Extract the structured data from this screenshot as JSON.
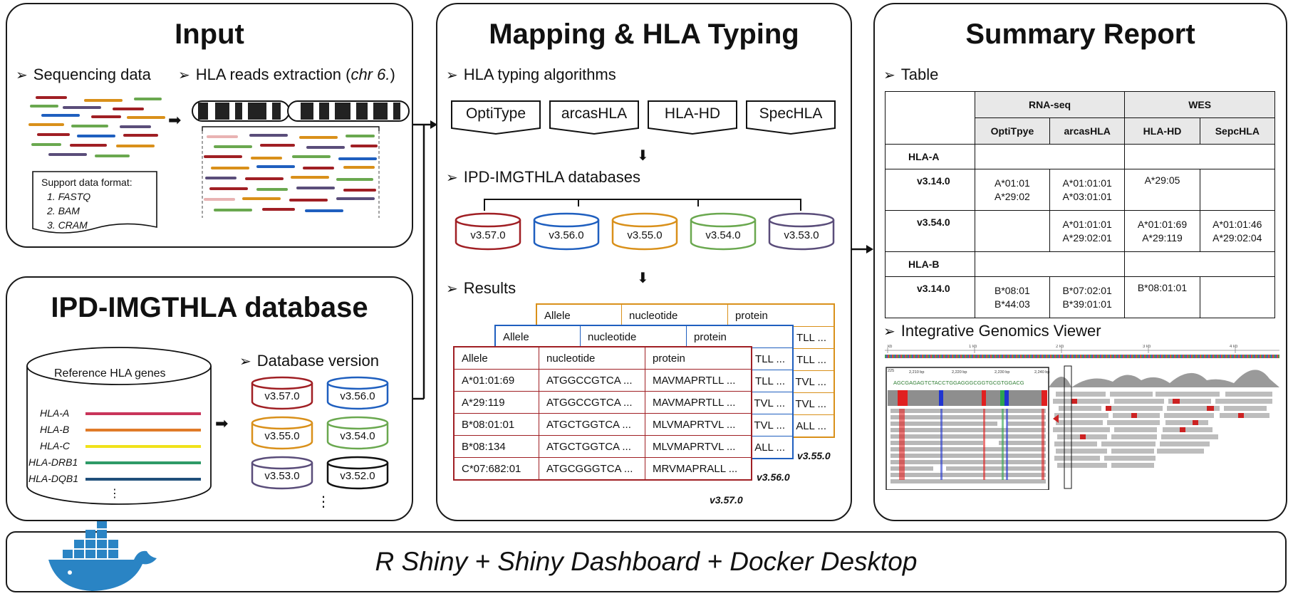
{
  "input_panel": {
    "title": "Input",
    "sequencing_label": "Sequencing data",
    "extraction_label": "HLA reads extraction (",
    "extraction_chr": "chr 6.",
    "extraction_close": ")",
    "formats_title": "Support data format:",
    "formats": [
      "1. FASTQ",
      "2. BAM",
      "3. CRAM"
    ]
  },
  "database_panel": {
    "title": "IPD-IMGTHLA database",
    "reference_label": "Reference HLA genes",
    "genes": [
      "HLA-A",
      "HLA-B",
      "HLA-C",
      "HLA-DRB1",
      "HLA-DQB1",
      "⋮"
    ],
    "version_label": "Database version",
    "versions": [
      "v3.57.0",
      "v3.56.0",
      "v3.55.0",
      "v3.54.0",
      "v3.53.0",
      "v3.52.0"
    ],
    "more": "⋮"
  },
  "mapping_panel": {
    "title": "Mapping & HLA Typing",
    "algorithms_label": "HLA typing algorithms",
    "algorithms": [
      "OptiType",
      "arcasHLA",
      "HLA-HD",
      "SpecHLA"
    ],
    "databases_label": "IPD-IMGTHLA databases",
    "databases": [
      "v3.57.0",
      "v3.56.0",
      "v3.55.0",
      "v3.54.0",
      "v3.53.0"
    ],
    "results_label": "Results",
    "results_headers": [
      "Allele",
      "nucleotide",
      "protein"
    ],
    "results_rows": [
      [
        "A*01:01:69",
        "ATGGCCGTCA ...",
        "MAVMAPRTLL ..."
      ],
      [
        "A*29:119",
        "ATGGCCGTCA ...",
        "MAVMAPRTLL ..."
      ],
      [
        "B*08:01:01",
        "ATGCTGGTCA ...",
        "MLVMAPRTVL ..."
      ],
      [
        "B*08:134",
        "ATGCTGGTCA ...",
        "MLVMAPRTVL ..."
      ],
      [
        "C*07:682:01",
        "ATGCGGGTCA ...",
        "MRVMAPRALL ..."
      ]
    ],
    "back_tail_mid": [
      "TLL ...",
      "TLL ...",
      "TVL ...",
      "TVL ...",
      "ALL ..."
    ],
    "back_tail_far": [
      "TLL ...",
      "TLL ...",
      "TVL ...",
      "TVL ...",
      "ALL ..."
    ],
    "version_labels": [
      "v3.57.0",
      "v3.56.0",
      "v3.55.0"
    ]
  },
  "summary_panel": {
    "title": "Summary Report",
    "table_label": "Table",
    "groups": [
      "RNA-seq",
      "WES"
    ],
    "tools": [
      "OptiTpye",
      "arcasHLA",
      "HLA-HD",
      "SepcHLA"
    ],
    "genes": [
      "HLA-A",
      "HLA-B"
    ],
    "rows": [
      {
        "version": "v3.14.0",
        "cells": [
          "A*01:01\nA*29:02",
          "A*01:01:01\nA*03:01:01",
          "A*29:05",
          ""
        ]
      },
      {
        "version": "v3.54.0",
        "cells": [
          "",
          "A*01:01:01\nA*29:02:01",
          "A*01:01:69\nA*29:119",
          "A*01:01:46\nA*29:02:04"
        ]
      },
      {
        "version": "v3.14.0",
        "cells": [
          "B*08:01\nB*44:03",
          "B*07:02:01\nB*39:01:01",
          "B*08:01:01",
          ""
        ]
      }
    ],
    "igv_label": "Integrative Genomics Viewer",
    "igv_ruler": [
      "kb",
      "1 kb",
      "2 kb",
      "3 kb",
      "4 kb"
    ],
    "igv_zoom_ruler": [
      "2,210 bp",
      "2,220 bp",
      "2,230 bp",
      "2,240 bp"
    ],
    "igv_sequence": "AGCGAGAGTCTACCTGGAGGGCGGTGCGTGGACG",
    "igv_scale": "225"
  },
  "footer": {
    "text": "R Shiny + Shiny Dashboard + Docker Desktop"
  },
  "colors": {
    "border": "#1a1a1a",
    "red": "#a01f24",
    "blue": "#1f5fbf",
    "orange": "#d9901a",
    "green": "#6aa84f",
    "purple": "#5a4d7a",
    "docker_blue": "#2a84c4"
  }
}
